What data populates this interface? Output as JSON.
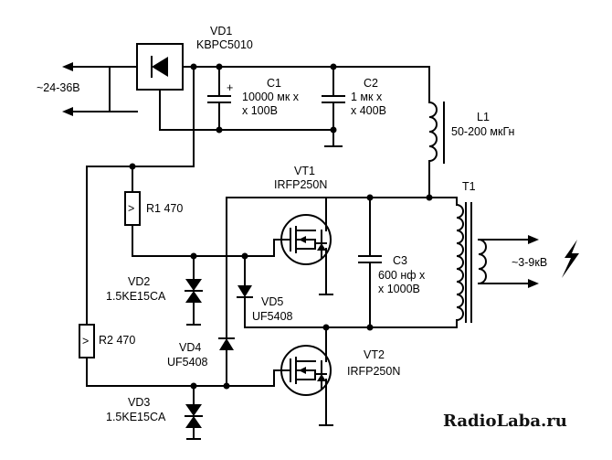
{
  "input_label": "~24-36B",
  "output_label": "~3-9кВ",
  "components": {
    "vd1": {
      "ref": "VD1",
      "value": "KBPC5010"
    },
    "c1": {
      "ref": "C1",
      "value_line1": "10000 мк х",
      "value_line2": "х 100В"
    },
    "c2": {
      "ref": "C2",
      "value_line1": "1 мк х",
      "value_line2": "х 400В"
    },
    "l1": {
      "ref": "L1",
      "value": "50-200 мкГн"
    },
    "t1": {
      "ref": "T1"
    },
    "vt1": {
      "ref": "VT1",
      "value": "IRFP250N"
    },
    "vt2": {
      "ref": "VT2",
      "value": "IRFP250N"
    },
    "r1": {
      "label": "R1 470"
    },
    "r2": {
      "label": "R2 470"
    },
    "c3": {
      "ref": "C3",
      "value_line1": "600 нф х",
      "value_line2": "х 1000В"
    },
    "vd2": {
      "ref": "VD2",
      "value": "1.5KE15CA"
    },
    "vd3": {
      "ref": "VD3",
      "value": "1.5KE15CA"
    },
    "vd4": {
      "ref": "VD4",
      "value": "UF5408"
    },
    "vd5": {
      "ref": "VD5",
      "value": "UF5408"
    }
  },
  "watermark": "RadioLaba.ru"
}
